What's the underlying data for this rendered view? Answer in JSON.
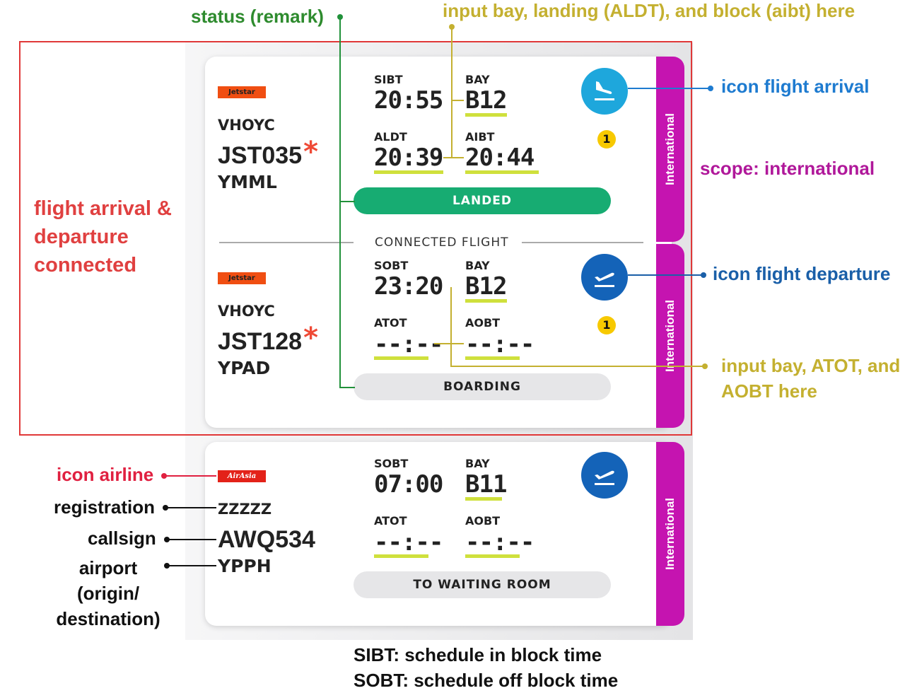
{
  "annotations": {
    "status": "status (remark)",
    "input_arrival": "input bay, landing (ALDT), and block (aibt) here",
    "icon_arrival": "icon flight arrival",
    "scope": "scope: international",
    "connected": [
      "flight arrival &",
      "departure",
      "connected"
    ],
    "icon_departure": "icon flight departure",
    "input_departure": [
      "input bay, ATOT, and",
      "AOBT here"
    ],
    "icon_airline": "icon airline",
    "registration": "registration",
    "callsign": "callsign",
    "airport": [
      "airport",
      "(origin/",
      "destination)"
    ],
    "legend": [
      "SIBT: schedule in block time",
      "SOBT: schedule off block time"
    ]
  },
  "connected_label": "CONNECTED FLIGHT",
  "flights": [
    {
      "airline": "Jetstar",
      "registration": "VHOYC",
      "callsign": "JST035",
      "airport": "YMML",
      "l1": "SIBT",
      "v1": "20:55",
      "l2": "BAY",
      "v2": "B12",
      "l3": "ALDT",
      "v3": "20:39",
      "l4": "AIBT",
      "v4": "20:44",
      "badge": "1",
      "status": "LANDED",
      "scope": "International",
      "colors": {
        "icon": "#1ea7dc",
        "status": "#17ac72"
      }
    },
    {
      "airline": "Jetstar",
      "registration": "VHOYC",
      "callsign": "JST128",
      "airport": "YPAD",
      "l1": "SOBT",
      "v1": "23:20",
      "l2": "BAY",
      "v2": "B12",
      "l3": "ATOT",
      "v3": "--:--",
      "l4": "AOBT",
      "v4": "--:--",
      "badge": "1",
      "status": "BOARDING",
      "scope": "International",
      "colors": {
        "icon": "#1463b8"
      }
    },
    {
      "airline": "AirAsia",
      "registration": "ZZZZZ",
      "callsign": "AWQ534",
      "airport": "YPPH",
      "l1": "SOBT",
      "v1": "07:00",
      "l2": "BAY",
      "v2": "B11",
      "l3": "ATOT",
      "v3": "--:--",
      "l4": "AOBT",
      "v4": "--:--",
      "status": "TO WAITING ROOM",
      "scope": "International",
      "colors": {
        "icon": "#1463b8"
      }
    }
  ]
}
